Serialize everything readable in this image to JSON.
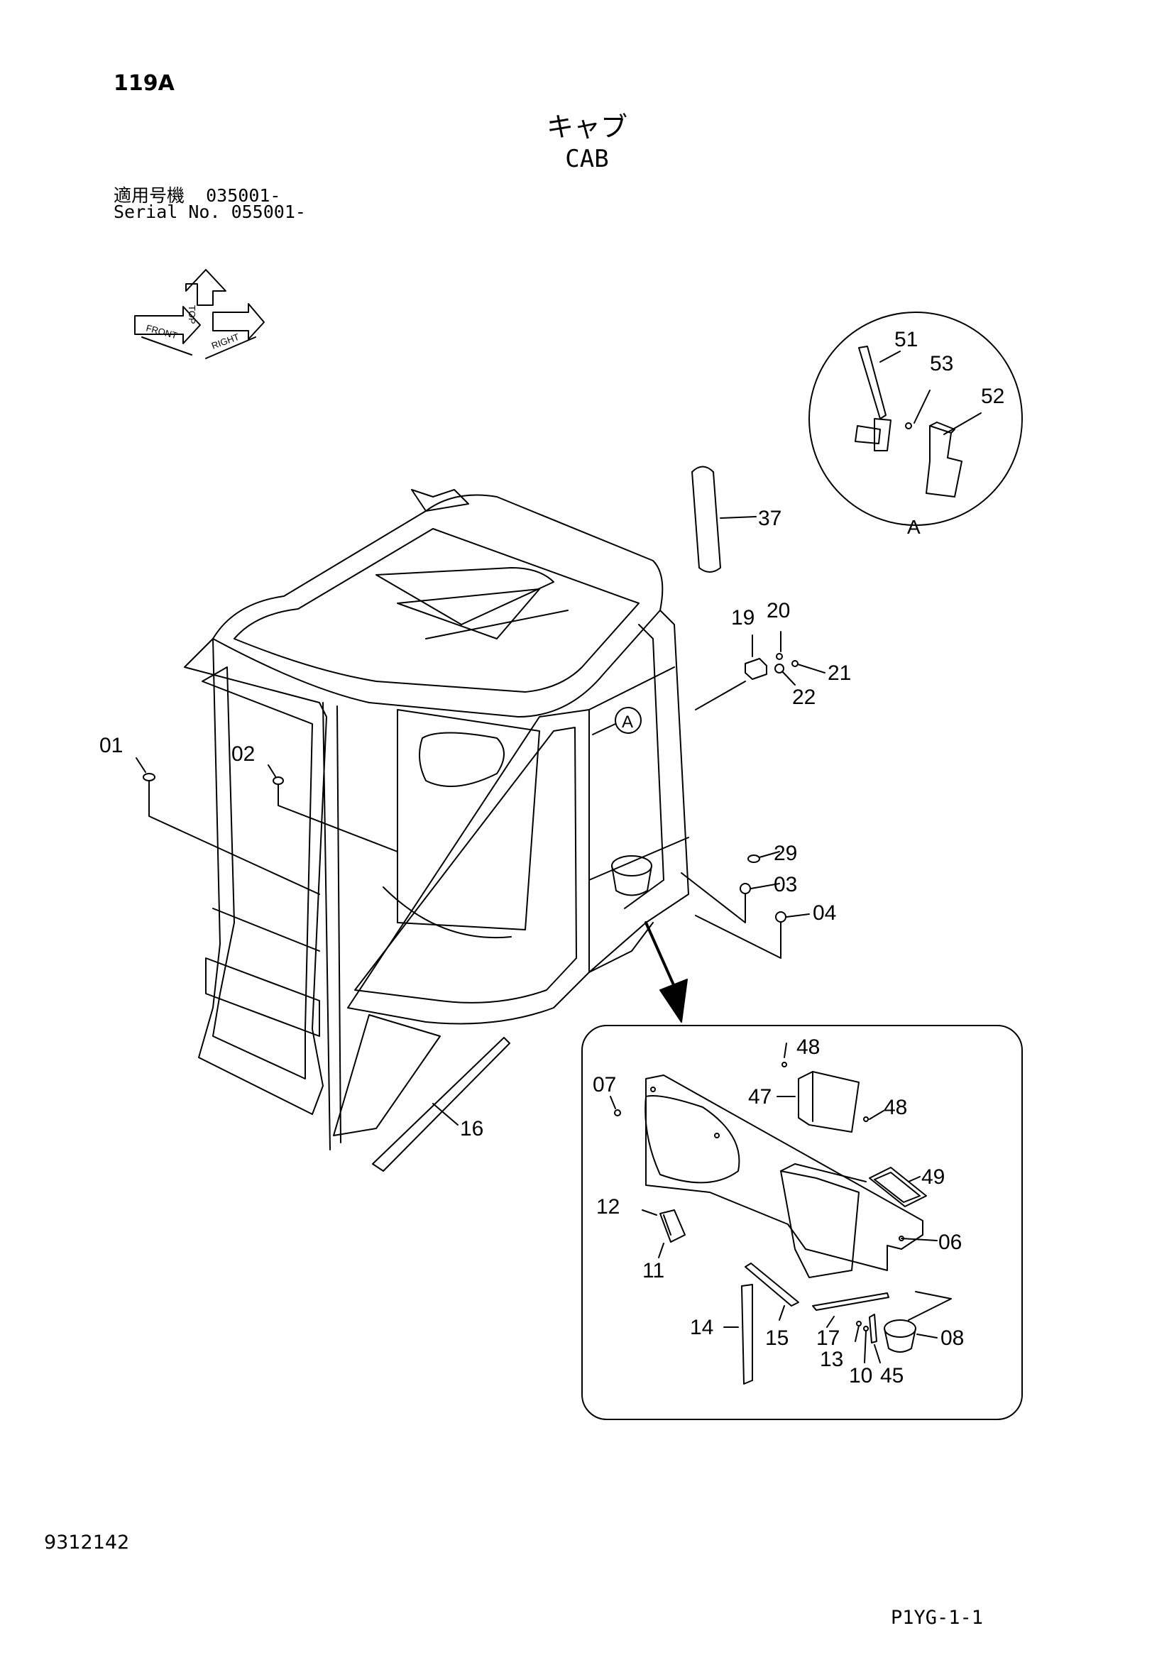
{
  "header": {
    "page_id": "119A",
    "title_ja": "キャブ",
    "title_en": "CAB",
    "serial_ja_label": "適用号機",
    "serial_ja_value": "035001-",
    "serial_en_label": "Serial No.",
    "serial_en_value": "055001-"
  },
  "orientation": {
    "front": "FRONT",
    "top": "TOP",
    "right": "RIGHT"
  },
  "detail_label": "A",
  "parts": {
    "p01": "01",
    "p02": "02",
    "p03": "03",
    "p04": "04",
    "p06": "06",
    "p07": "07",
    "p08": "08",
    "p10": "10",
    "p11": "11",
    "p12": "12",
    "p13": "13",
    "p14": "14",
    "p15": "15",
    "p16": "16",
    "p17": "17",
    "p19": "19",
    "p20": "20",
    "p21": "21",
    "p22": "22",
    "p29": "29",
    "p37": "37",
    "p45": "45",
    "p47": "47",
    "p48a": "48",
    "p48b": "48",
    "p49": "49",
    "p51": "51",
    "p52": "52",
    "p53": "53"
  },
  "footer": {
    "doc_number": "9312142",
    "page_code": "P1YG-1-1"
  }
}
